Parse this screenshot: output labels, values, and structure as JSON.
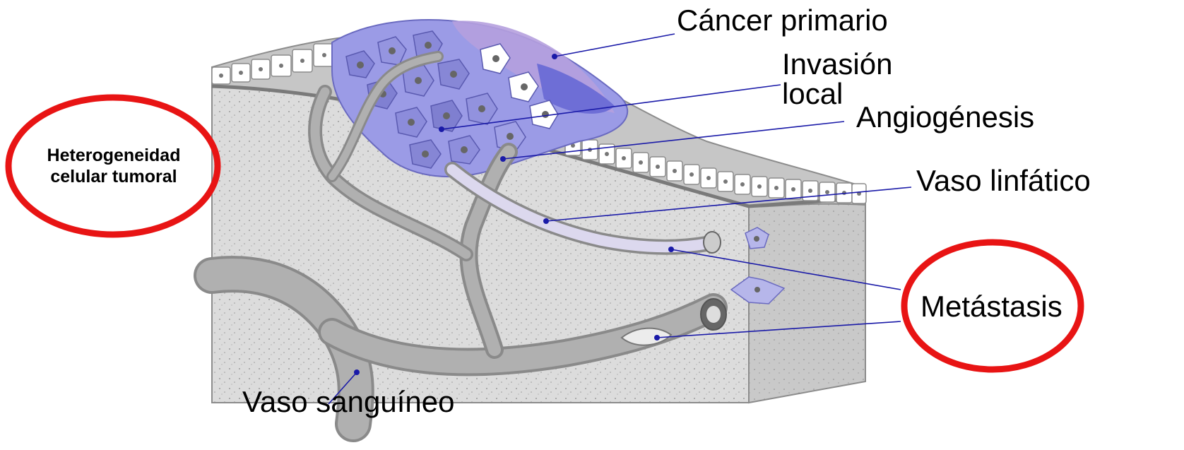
{
  "labels": {
    "primary_cancer": "Cáncer primario",
    "local_invasion_line1": "Invasión",
    "local_invasion_line2": "local",
    "angiogenesis": "Angiogénesis",
    "lymphatic_vessel": "Vaso linfático",
    "metastasis": "Metástasis",
    "blood_vessel": "Vaso sanguíneo",
    "heterogeneity_line1": "Heterogeneidad",
    "heterogeneity_line2": "celular tumoral"
  },
  "colors": {
    "highlight_ring": "#e81414",
    "leader_line": "#1a1aa8",
    "tissue": "#d6d6d6",
    "tumor_cell": "#8f8fe0",
    "vessel": "#a4a4a4"
  }
}
